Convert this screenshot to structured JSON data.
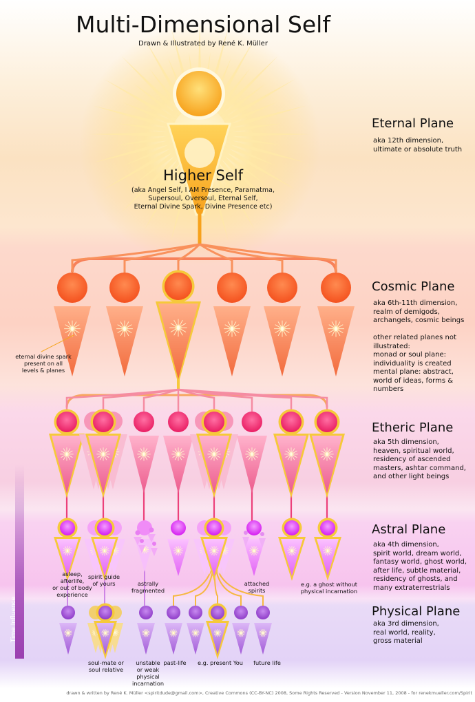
{
  "title": "Multi-Dimensional Self",
  "subtitle": "Drawn & Illustrated by René K. Müller",
  "higher_self": {
    "title": "Higher Self",
    "subtitle": "(aka Angel Self, I AM Presence, Paramatma,\nSupersoul,  Oversoul, Eternal Self,\nEternal Divine Spark, Divine Presence etc)"
  },
  "planes": [
    {
      "title": "Eternal Plane",
      "description": "aka 12th dimension,\nultimate or absolute truth"
    },
    {
      "title": "Cosmic Plane",
      "description": "aka 6th-11th dimension,\nrealm of demigods,\narchangels, cosmic beings\n\nother related planes not\nillustrated:\nmonad or soul plane:\n   individuality is created\nmental plane: abstract,\n   world of ideas, forms &\n   numbers"
    },
    {
      "title": "Etheric Plane",
      "description": "aka 5th dimension,\nheaven, spiritual world,\nresidency of ascended\nmasters, ashtar command,\nand other light beings"
    },
    {
      "title": "Astral Plane",
      "description": "aka 4th dimension,\nspirit world, dream world,\nfantasy world, ghost world,\nafter life, subtle material,\nresidency of ghosts, and\nmany extraterrestrials"
    },
    {
      "title": "Physical Plane",
      "description": "aka 3rd dimension,\nreal world, reality,\ngross material"
    }
  ],
  "annotations": {
    "divine_spark": "eternal divine spark\npresent on all\nlevels & planes",
    "asleep": "asleep,\nafterlife,\nor out of body\nexperience",
    "spirit_guide": "spirit guide\nof yours",
    "fragmented": "astrally\nfragmented",
    "attached": "attached\nspirits",
    "ghost": "e.g. a ghost without\nphysical incarnation",
    "soulmate": "soul-mate or\nsoul relative",
    "unstable": "unstable\nor weak\nphysical\nincarnation",
    "pastlife": "past-life",
    "present": "e.g. present You",
    "futurelife": "future life"
  },
  "time_axis_label": "Time Influence",
  "footer": "drawn & written by René K. Müller <spiritdude@gmail.com>, Creative Commons (CC-BY-NC) 2008, Some Rights Reserved - Version November 11, 2008 - for renekmueller.com/Spirit",
  "colors": {
    "eternal": "#f9a825",
    "cosmic": "#f4511e",
    "etheric": "#e91e63",
    "astral": "#e040fb",
    "physical": "#9c4dcc",
    "highlight": "#f6c93a"
  }
}
